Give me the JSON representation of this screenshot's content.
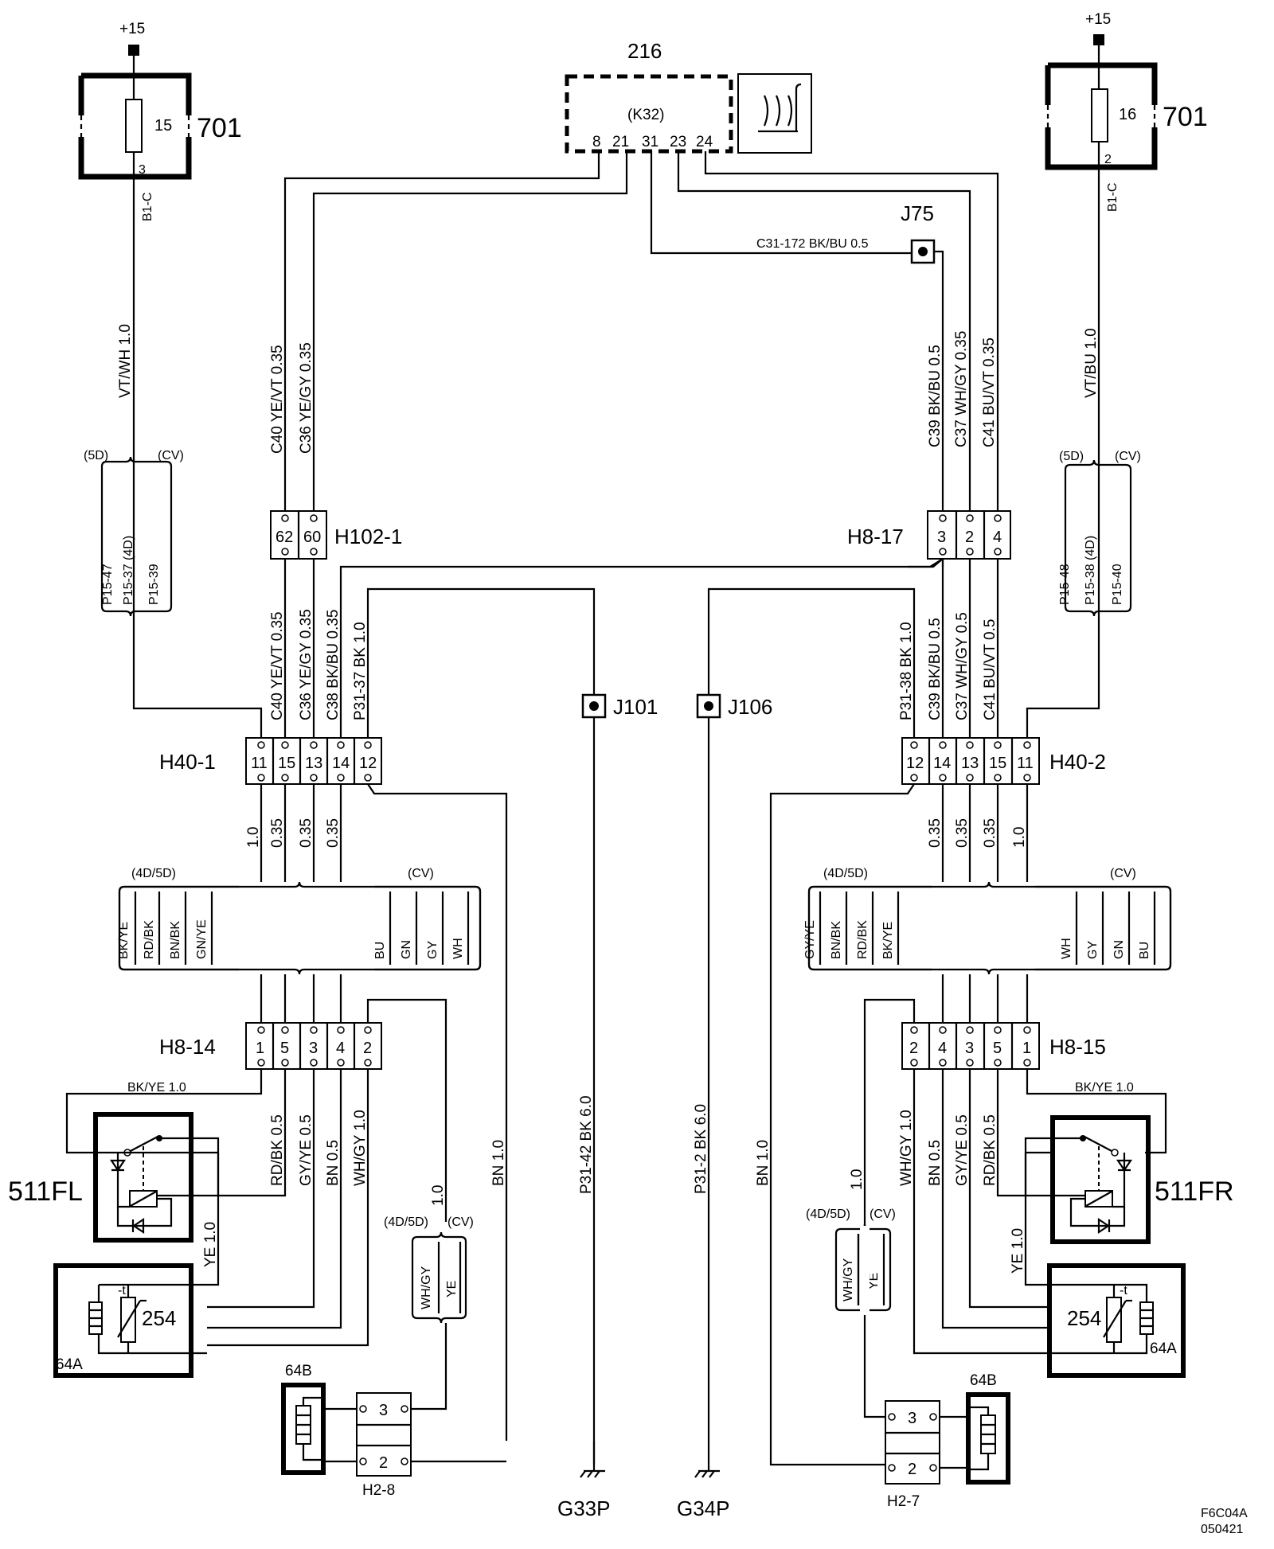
{
  "supply": {
    "left": "+15",
    "right": "+15"
  },
  "fusebox": {
    "left": {
      "id": "701",
      "fuse": "15",
      "pin": "3",
      "wire_code": "B1-C",
      "wire": "VT/WH 1.0"
    },
    "right": {
      "id": "701",
      "fuse": "16",
      "pin": "2",
      "wire_code": "B1-C",
      "wire": "VT/BU 1.0"
    }
  },
  "module": {
    "id": "216",
    "code": "(K32)",
    "pins": [
      "8",
      "21",
      "31",
      "23",
      "24"
    ]
  },
  "junctions": {
    "j75": "J75",
    "j75_wire": "C31-172 BK/BU 0.5",
    "j101": "J101",
    "j106": "J106"
  },
  "connectors": {
    "h102_1": {
      "name": "H102-1",
      "pins": [
        "62",
        "60"
      ]
    },
    "h8_17": {
      "name": "H8-17",
      "pins": [
        "3",
        "2",
        "4"
      ]
    },
    "h40_1": {
      "name": "H40-1",
      "pins": [
        "11",
        "15",
        "13",
        "14",
        "12"
      ]
    },
    "h40_2": {
      "name": "H40-2",
      "pins": [
        "12",
        "14",
        "13",
        "15",
        "11"
      ]
    },
    "h8_14": {
      "name": "H8-14",
      "pins": [
        "1",
        "5",
        "3",
        "4",
        "2"
      ]
    },
    "h8_15": {
      "name": "H8-15",
      "pins": [
        "2",
        "4",
        "3",
        "5",
        "1"
      ]
    },
    "h2_8": {
      "name": "H2-8",
      "pins": [
        "3",
        "2"
      ]
    },
    "h2_7": {
      "name": "H2-7",
      "pins": [
        "3",
        "2"
      ]
    }
  },
  "wires_top_left": [
    "C40  YE/VT  0.35",
    "C36  YE/GY  0.35"
  ],
  "wires_top_right": [
    "C39  BK/BU  0.5",
    "C37  WH/GY  0.35",
    "C41  BU/VT  0.35"
  ],
  "wires_mid_left": [
    "C40  YE/VT  0.35",
    "C36  YE/GY  0.35",
    "C38  BK/BU  0.35",
    "P31-37  BK  1.0"
  ],
  "wires_mid_right": [
    "P31-38  BK  1.0",
    "C39  BK/BU  0.5",
    "C37  WH/GY 0.5",
    "C41  BU/VT  0.5"
  ],
  "variants": {
    "left_top": {
      "d5": "(5D)",
      "cv": "(CV)",
      "items": [
        "P15-47",
        "P15-37  (4D)",
        "P15-39"
      ]
    },
    "right_top": {
      "d5": "(5D)",
      "cv": "(CV)",
      "items": [
        "P15-48",
        "P15-38  (4D)",
        "P15-40"
      ]
    },
    "left_mid": {
      "d45": "(4D/5D)",
      "cv": "(CV)",
      "items45": [
        "BK/YE",
        "RD/BK",
        "BN/BK",
        "GN/YE"
      ],
      "itemscv": [
        "BU",
        "GN",
        "GY",
        "WH"
      ],
      "sizes": [
        "1.0",
        "0.35",
        "0.35",
        "0.35"
      ]
    },
    "right_mid": {
      "d45": "(4D/5D)",
      "cv": "(CV)",
      "items45": [
        "GY/YE",
        "BN/BK",
        "RD/BK",
        "BK/YE"
      ],
      "itemscv": [
        "WH",
        "GY",
        "GN",
        "BU"
      ],
      "sizes": [
        "0.35",
        "0.35",
        "0.35",
        "1.0"
      ]
    },
    "left_low": {
      "d45": "(4D/5D)",
      "cv": "(CV)",
      "items": [
        "WH/GY",
        "YE"
      ],
      "size": "1.0"
    },
    "right_low": {
      "d45": "(4D/5D)",
      "cv": "(CV)",
      "items": [
        "WH/GY",
        "YE"
      ],
      "size": "1.0"
    }
  },
  "left_lower_wires": {
    "bkye": "BK/YE  1.0",
    "rdbk": "RD/BK  0.5",
    "gyye": "GY/YE  0.5",
    "bn": "BN  0.5",
    "whgy": "WH/GY  1.0",
    "ye": "YE  1.0",
    "bn10": "BN  1.0",
    "gnd": "P31-42  BK  6.0"
  },
  "right_lower_wires": {
    "bkye": "BK/YE  1.0",
    "whgy": "WH/GY  1.0",
    "bn": "BN  0.5",
    "gyye": "GY/YE  0.5",
    "rdbk": "RD/BK  0.5",
    "ye": "YE  1.0",
    "bn10": "BN  1.0",
    "gnd": "P31-2  BK  6.0"
  },
  "components": {
    "sw_left": "511FL",
    "sw_right": "511FR",
    "heater_left": "254",
    "heater_right": "254",
    "elem_a_left": "64A",
    "elem_a_right": "64A",
    "elem_b_left": "64B",
    "elem_b_right": "64B"
  },
  "grounds": {
    "left": "G33P",
    "right": "G34P"
  },
  "doc": {
    "code": "F6C04A",
    "date": "050421"
  }
}
